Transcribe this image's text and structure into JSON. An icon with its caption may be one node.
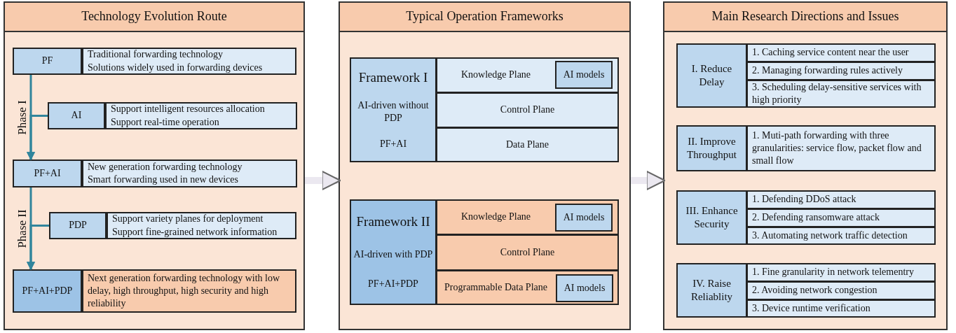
{
  "diagram": {
    "nodes": [
      {
        "text": [
          "Technology Evolution Route"
        ]
      },
      {
        "text": [
          "PF"
        ],
        "in": 0
      },
      {
        "text": [
          "Traditional forwarding technology",
          "Solutions widely used in forwarding devices"
        ],
        "in": 0
      },
      {
        "text": [
          "AI"
        ],
        "in": 0
      },
      {
        "text": [
          "Support intelligent resources allocation",
          "Support real-time operation"
        ],
        "in": 0
      },
      {
        "text": [
          "PF+AI"
        ],
        "in": 0
      },
      {
        "text": [
          "New generation forwarding technology",
          "Smart forwarding used in new devices"
        ],
        "in": 0
      },
      {
        "text": [
          "PDP"
        ],
        "in": 0
      },
      {
        "text": [
          "Support variety planes for deployment",
          "Support fine-grained network information"
        ],
        "in": 0
      },
      {
        "text": [
          "PF+AI+PDP"
        ],
        "in": 0
      },
      {
        "text": [
          "Next generation forwarding technology with low delay, high throughput, high security and high reliability"
        ],
        "in": 0
      },
      {
        "text": [
          "Typical Operation Frameworks"
        ]
      },
      {
        "text": [
          "Framework I",
          "AI-driven without PDP",
          "PF+AI"
        ],
        "in": 11
      },
      {
        "text": [
          "Knowledge Plane"
        ],
        "in": 11
      },
      {
        "text": [
          "AI models"
        ],
        "in": 13
      },
      {
        "text": [
          "Control Plane"
        ],
        "in": 11
      },
      {
        "text": [
          "Data Plane"
        ],
        "in": 11
      },
      {
        "text": [
          "Framework II",
          "AI-driven with PDP",
          "PF+AI+PDP"
        ],
        "in": 11
      },
      {
        "text": [
          "Knowledge Plane"
        ],
        "in": 11
      },
      {
        "text": [
          "AI models"
        ],
        "in": 18
      },
      {
        "text": [
          "Control Plane"
        ],
        "in": 11
      },
      {
        "text": [
          "Programmable Data Plane"
        ],
        "in": 11
      },
      {
        "text": [
          "AI models"
        ],
        "in": 21
      },
      {
        "text": [
          "Main Research Directions and Issues"
        ]
      },
      {
        "text": [
          "I. Reduce Delay"
        ],
        "in": 23
      },
      {
        "text": [
          "1. Caching service content near the user"
        ],
        "in": 23
      },
      {
        "text": [
          "2. Managing forwarding rules actively"
        ],
        "in": 23
      },
      {
        "text": [
          "3. Scheduling delay-sensitive services with high priority"
        ],
        "in": 23
      },
      {
        "text": [
          "II. Improve Throughput"
        ],
        "in": 23
      },
      {
        "text": [
          "1. Muti-path forwarding with three granularities: service flow, packet flow and small flow"
        ],
        "in": 23
      },
      {
        "text": [
          "III. Enhance Security"
        ],
        "in": 23
      },
      {
        "text": [
          "1. Defending DDoS attack"
        ],
        "in": 23
      },
      {
        "text": [
          "2. Defending ransomware attack"
        ],
        "in": 23
      },
      {
        "text": [
          "3. Automating network traffic detection"
        ],
        "in": 23
      },
      {
        "text": [
          "IV. Raise Reliablity"
        ],
        "in": 23
      },
      {
        "text": [
          "1. Fine granularity in network telementry"
        ],
        "in": 23
      },
      {
        "text": [
          "2. Avoiding network congestion"
        ],
        "in": 23
      },
      {
        "text": [
          "3. Device runtime verification"
        ],
        "in": 23
      }
    ],
    "edges": [
      {
        "from": 1,
        "to": 5,
        "arrow": "to",
        "label": "Phase I"
      },
      {
        "from": 3,
        "to": 5,
        "arrow": "to"
      },
      {
        "from": 5,
        "to": 9,
        "arrow": "to",
        "label": "Phase II"
      },
      {
        "from": 7,
        "to": 9,
        "arrow": "to"
      },
      {
        "from": 0,
        "to": 11,
        "arrow": "to",
        "style": "thick",
        "color": "#ebe8f0"
      },
      {
        "from": 11,
        "to": 23,
        "arrow": "to",
        "style": "thick",
        "color": "#ebe8f0"
      }
    ]
  }
}
